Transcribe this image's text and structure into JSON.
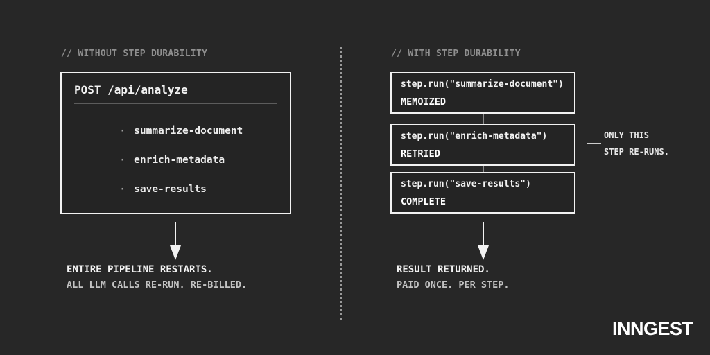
{
  "colors": {
    "background": "#272727",
    "panel_background": "#242424",
    "border": "#f2f2f2",
    "text_primary": "#f2f2f2",
    "text_secondary": "#c2c2c2",
    "text_muted": "#8f8f8f",
    "divider_dots": "#9a9a9a",
    "connector_line": "#8a8a8a"
  },
  "left": {
    "header": "// WITHOUT STEP DURABILITY",
    "box": {
      "title": "POST /api/analyze",
      "bullet": "·",
      "items": [
        "summarize-document",
        "enrich-metadata",
        "save-results"
      ]
    },
    "arrow_icon": "down-arrow",
    "result_primary": "ENTIRE PIPELINE RESTARTS.",
    "result_secondary": "ALL LLM CALLS RE-RUN. RE-BILLED."
  },
  "right": {
    "header": "// WITH STEP DURABILITY",
    "steps": [
      {
        "code": "step.run(\"summarize-document\")",
        "status": "MEMOIZED"
      },
      {
        "code": "step.run(\"enrich-metadata\")",
        "status": "RETRIED"
      },
      {
        "code": "step.run(\"save-results\")",
        "status": "COMPLETE"
      }
    ],
    "annotation": {
      "line1": "ONLY THIS",
      "line2": "STEP RE-RUNS."
    },
    "arrow_icon": "down-arrow",
    "result_primary": "RESULT RETURNED.",
    "result_secondary": "PAID ONCE. PER STEP."
  },
  "brand": {
    "logo_text": "INNGEST"
  }
}
